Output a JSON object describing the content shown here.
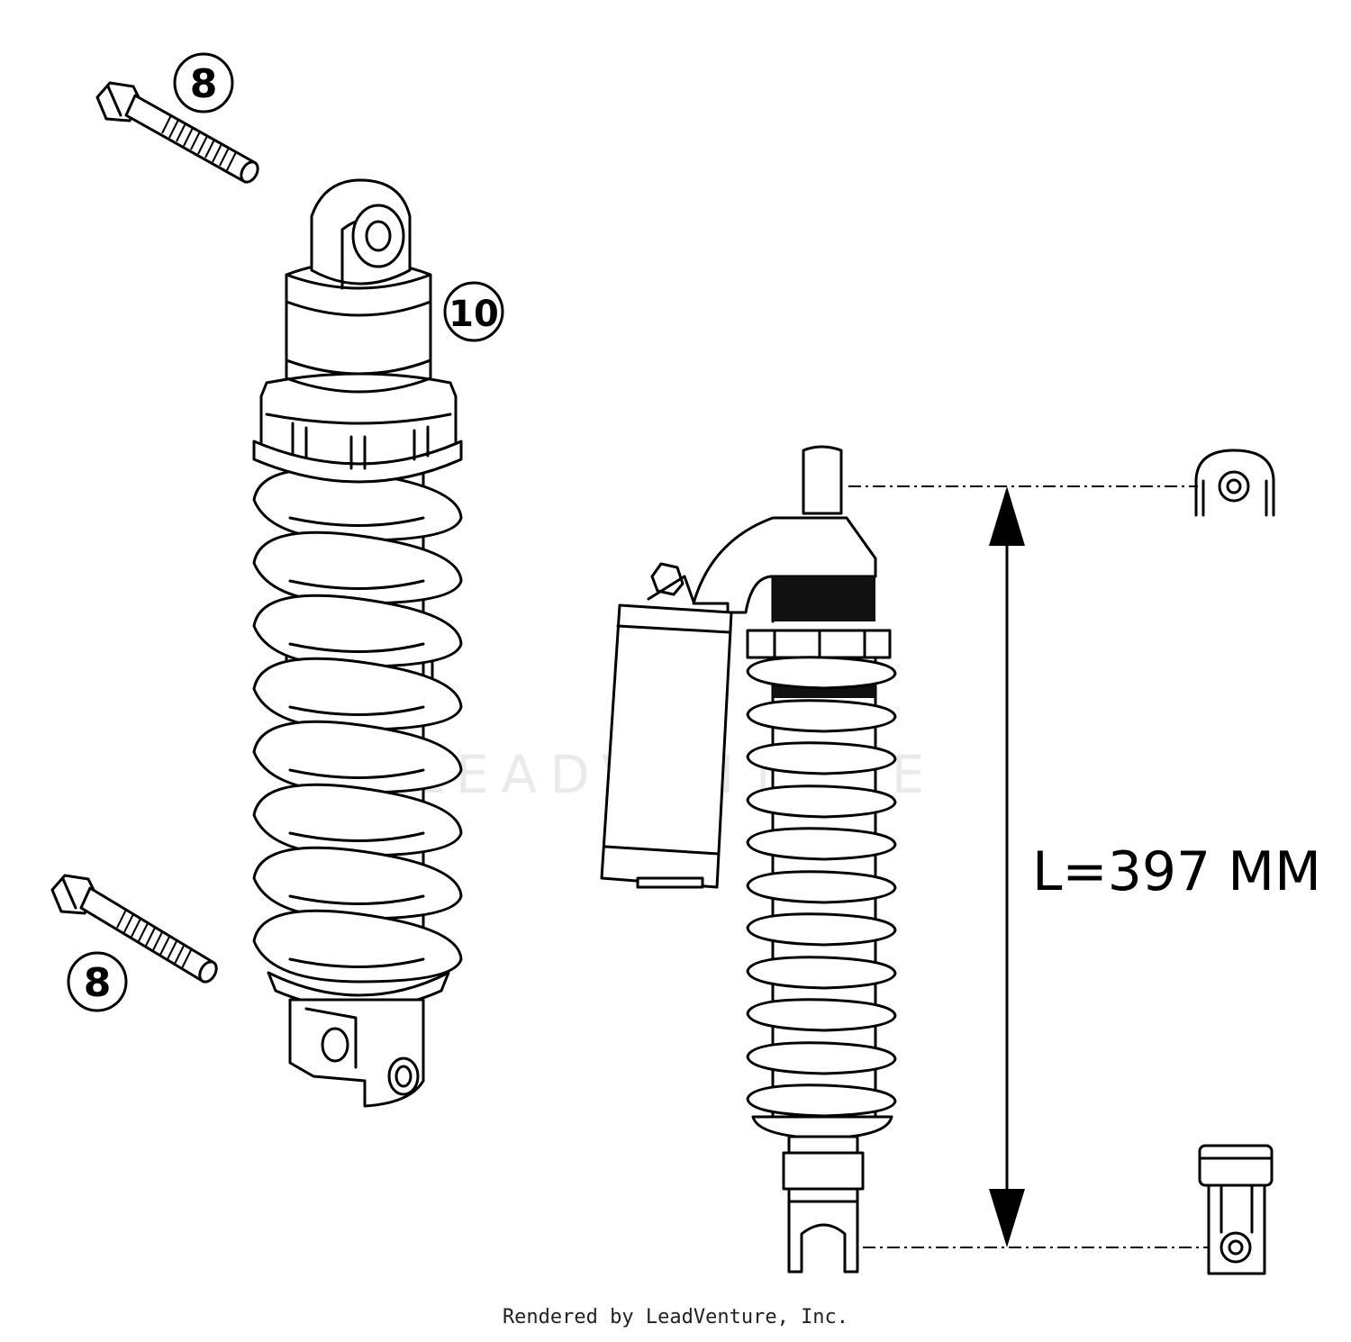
{
  "callouts": {
    "bolt_top": "8",
    "shock": "10",
    "bolt_bottom": "8"
  },
  "dimension": {
    "label": "L=397 MM"
  },
  "watermark": "LEADVENTURE",
  "footer": "Rendered by LeadVenture, Inc."
}
